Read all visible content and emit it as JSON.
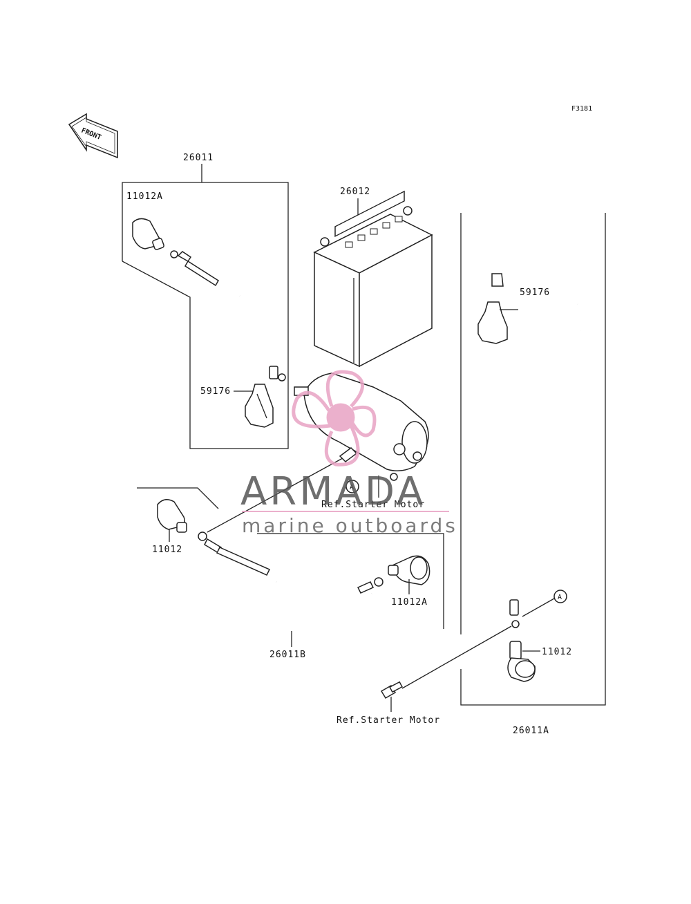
{
  "figure_code": "F3181",
  "front_arrow_label": "FRONT",
  "callouts": {
    "kit_26011": "26011",
    "cap_11012a_top": "11012A",
    "boot_59176_left": "59176",
    "battery_26012": "26012",
    "boot_59176_right": "59176",
    "cap_11012_left": "11012",
    "cap_11012a_bottom": "11012A",
    "cable_26011b": "26011B",
    "cap_11012_right": "11012",
    "cable_26011a": "26011A"
  },
  "references": {
    "starter_motor_upper": "Ref.Starter Motor",
    "starter_motor_lower": "Ref.Starter Motor",
    "marker_upper": "A",
    "marker_lower": "A"
  },
  "watermark": {
    "brand": "ARMADA",
    "tagline": "marine outboards",
    "logo_color": "#e8a3c4"
  }
}
